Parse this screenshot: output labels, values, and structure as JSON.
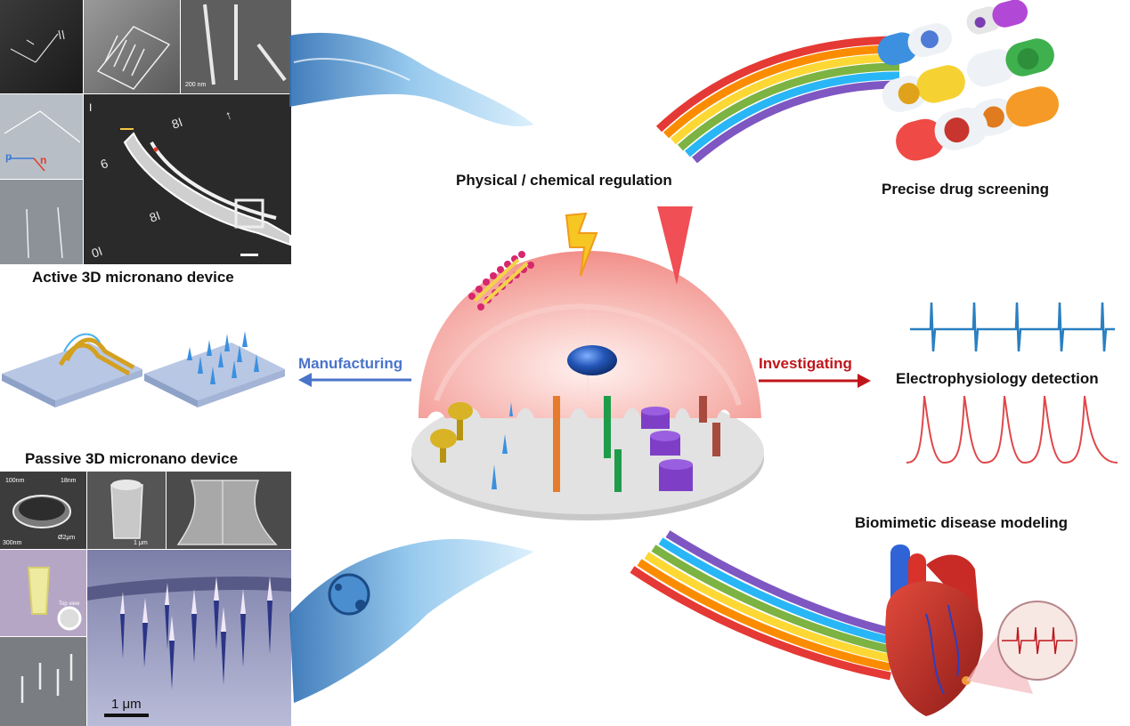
{
  "labels": {
    "active_device": "Active 3D micronano device",
    "passive_device": "Passive 3D micronano device",
    "physical_regulation": "Physical / chemical regulation",
    "drug_screening": "Precise drug screening",
    "electrophysiology": "Electrophysiology detection",
    "disease_modeling": "Biomimetic disease modeling",
    "manufacturing": "Manufacturing",
    "investigating": "Investigating"
  },
  "sem_annotations": {
    "nm_100": "100nm",
    "nm_18": "18nm",
    "nm_300": "300nm",
    "um_02": "Ø2μm",
    "um_1_small": "1 μm",
    "top_view": "Top view",
    "nm_200": "200 nm",
    "um_1_scale": "1 μm",
    "panel_p": "p",
    "panel_n": "n",
    "panel_i": "I"
  },
  "colors": {
    "manufacturing_arrow": "#4a74c9",
    "investigating_arrow": "#c0161b",
    "spike_trace": "#2a7fc0",
    "action_potential_trace": "#e0484a",
    "cell_membrane": "#f5a3a0",
    "substrate": "#d9d9d9",
    "nucleus": "#1e4a9a"
  },
  "icons": [
    "lightning-icon",
    "laser-icon",
    "lipid-bilayer-icon",
    "capsule-icon",
    "heart-icon",
    "water-splash-icon",
    "rainbow-icon"
  ]
}
